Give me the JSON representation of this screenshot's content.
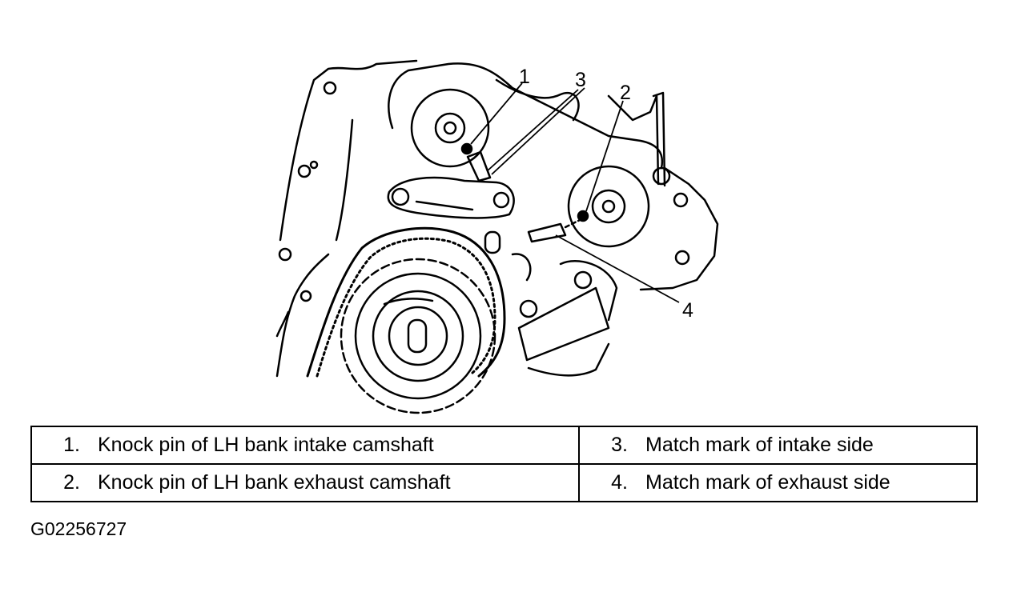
{
  "colors": {
    "line": "#000000",
    "background": "#ffffff"
  },
  "callouts": [
    {
      "num": "1"
    },
    {
      "num": "2"
    },
    {
      "num": "3"
    },
    {
      "num": "4"
    }
  ],
  "legend": {
    "rows": [
      [
        {
          "num": "1.",
          "text": "Knock pin of LH bank intake camshaft"
        },
        {
          "num": "3.",
          "text": "Match mark of intake side"
        }
      ],
      [
        {
          "num": "2.",
          "text": "Knock pin of LH bank exhaust camshaft"
        },
        {
          "num": "4.",
          "text": "Match mark of exhaust side"
        }
      ]
    ]
  },
  "figure_id": "G02256727"
}
